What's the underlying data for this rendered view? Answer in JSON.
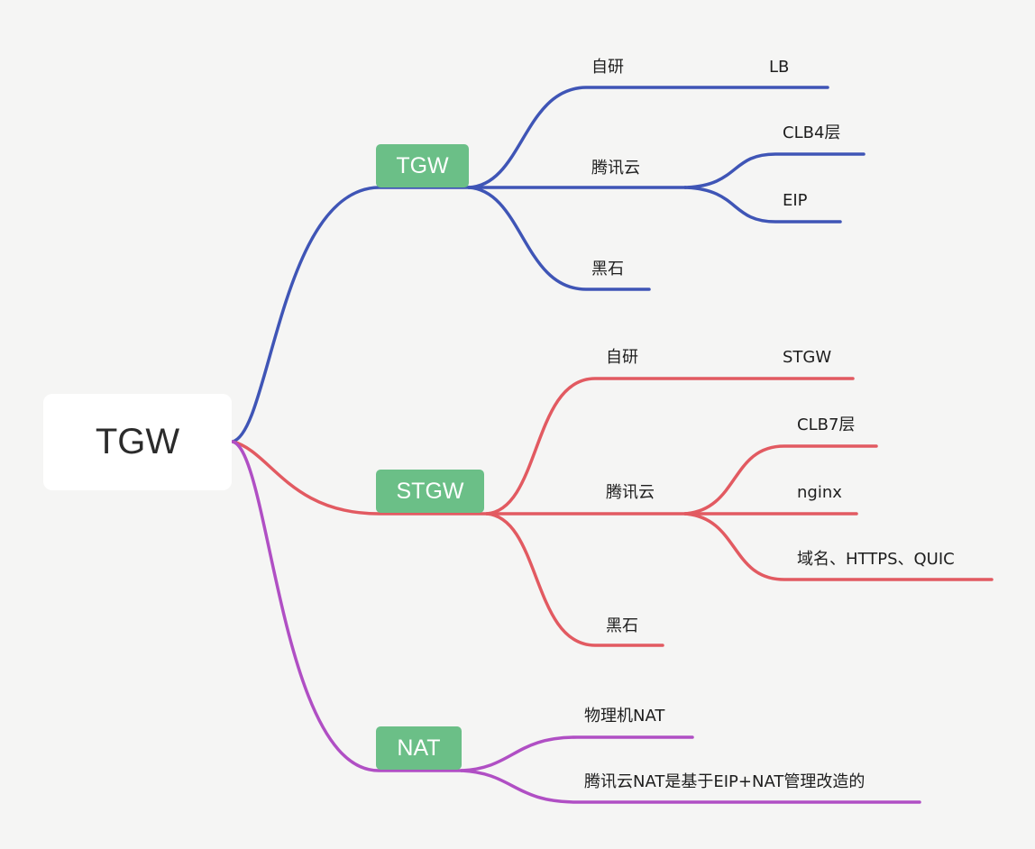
{
  "colors": {
    "tgw": "#3f55b6",
    "stgw": "#e25a61",
    "nat": "#b04fc4",
    "branch_fill": "#6bbf87",
    "background": "#f5f5f4"
  },
  "root": {
    "label": "TGW"
  },
  "branches": {
    "tgw": {
      "label": "TGW",
      "self_research": {
        "label": "自研",
        "child": "LB"
      },
      "tencent_cloud": {
        "label": "腾讯云",
        "children": [
          "CLB4层",
          "EIP"
        ]
      },
      "black_stone": {
        "label": "黑石"
      }
    },
    "stgw": {
      "label": "STGW",
      "self_research": {
        "label": "自研",
        "child": "STGW"
      },
      "tencent_cloud": {
        "label": "腾讯云",
        "children": [
          "CLB7层",
          "nginx",
          "域名、HTTPS、QUIC"
        ]
      },
      "black_stone": {
        "label": "黑石"
      }
    },
    "nat": {
      "label": "NAT",
      "children": [
        "物理机NAT",
        "腾讯云NAT是基于EIP+NAT管理改造的"
      ]
    }
  }
}
